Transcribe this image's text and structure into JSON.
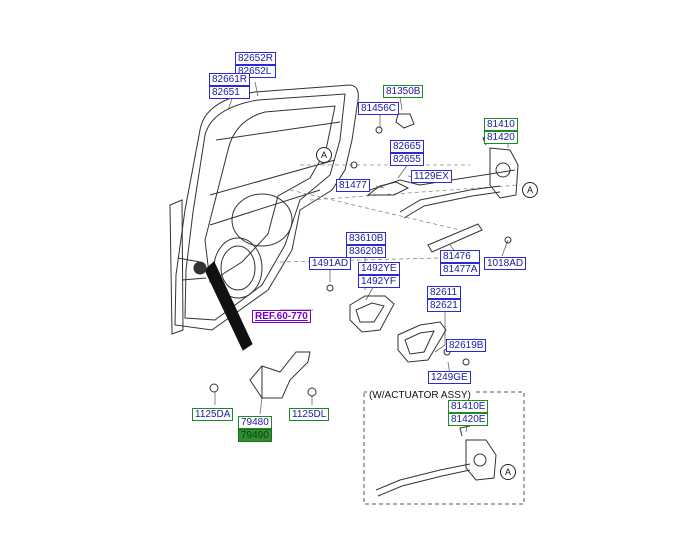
{
  "groups": {
    "g_82652": [
      "82652R",
      "82652L"
    ],
    "g_82661": [
      "82661R",
      "82651"
    ],
    "g_81350": [
      "81350B"
    ],
    "g_81456": [
      "81456C"
    ],
    "g_82665": [
      "82665",
      "82655"
    ],
    "g_81477": [
      "81477"
    ],
    "g_1129": [
      "1129EX"
    ],
    "g_81410": [
      "81410",
      "81420"
    ],
    "g_83610": [
      "83610B",
      "83620B"
    ],
    "g_1491": [
      "1491AD"
    ],
    "g_1492": [
      "1492YE",
      "1492YF"
    ],
    "g_81476": [
      "81476",
      "81477A"
    ],
    "g_1018": [
      "1018AD"
    ],
    "g_82611": [
      "82611",
      "82621"
    ],
    "g_82619": [
      "82619B"
    ],
    "g_1249": [
      "1249GE"
    ],
    "g_1125da": [
      "1125DA"
    ],
    "g_79480": [
      "79480",
      "79490"
    ],
    "g_1125dl": [
      "1125DL"
    ],
    "g_81410e": [
      "81410E",
      "81420E"
    ]
  },
  "ref_label": "REF.60-770",
  "actuator_note": "(W/ACTUATOR ASSY)",
  "callout_letter": "A",
  "colors": {
    "label_text": "#1a1aa0",
    "label_border_blue": "#2a2ad0",
    "label_border_green": "#1f8a1f",
    "label_fill_green": "#2f8f2f",
    "ref_purple": "#7a00c8"
  }
}
